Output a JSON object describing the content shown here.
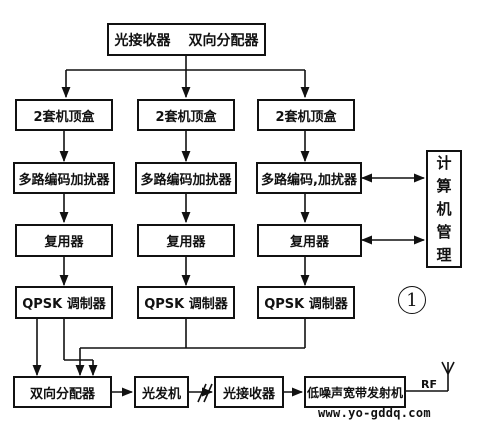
{
  "top": {
    "receiver": "光接收器",
    "splitter": "双向分配器"
  },
  "columns": [
    {
      "stb": "2套机顶盒",
      "scrambler": "多路编码加扰器",
      "mux": "复用器",
      "modulator": "QPSK 调制器"
    },
    {
      "stb": "2套机顶盒",
      "scrambler": "多路编码加扰器",
      "mux": "复用器",
      "modulator": "QPSK 调制器"
    },
    {
      "stb": "2套机顶盒",
      "scrambler": "多路编码,加扰器",
      "mux": "复用器",
      "modulator": "QPSK 调制器"
    }
  ],
  "computer": [
    "计",
    "算",
    "机",
    "管",
    "理"
  ],
  "bottom": {
    "splitter": "双向分配器",
    "transmitter": "光发机",
    "receiver": "光接收器",
    "lna": "低噪声宽带发射机",
    "rf": "RF"
  },
  "figure_number": "1",
  "watermark": "www.yo-gddq.com"
}
